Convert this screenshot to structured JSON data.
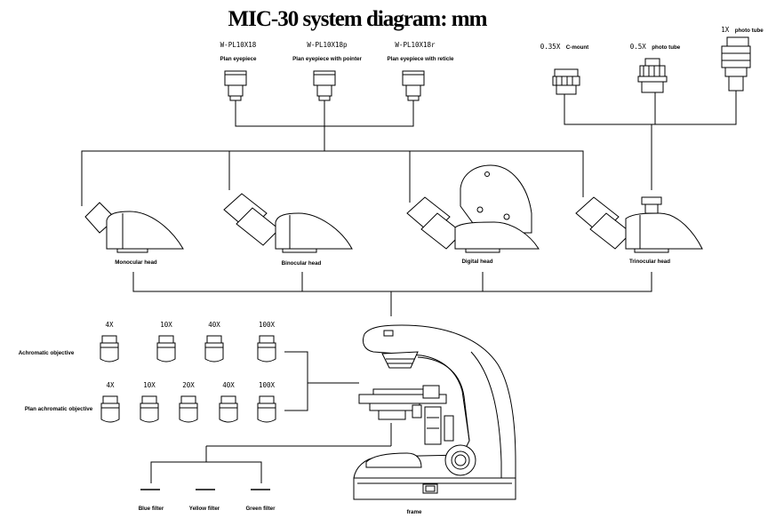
{
  "title": "MIC-30 system diagram: mm",
  "eyepieces": [
    {
      "code": "W-PL10X18",
      "label": "Plan eyepiece"
    },
    {
      "code": "W-PL10X18p",
      "label": "Plan eyepiece with pointer"
    },
    {
      "code": "W-PL10X18r",
      "label": "Plan eyepiece with reticle"
    }
  ],
  "camera_adapters": [
    {
      "code": "0.35X",
      "label": "C-mount"
    },
    {
      "code": "0.5X",
      "label": "photo tube"
    },
    {
      "code": "1X",
      "label": "photo tube"
    }
  ],
  "heads": [
    {
      "label": "Monocular head"
    },
    {
      "label": "Binocular head"
    },
    {
      "label": "Digital head"
    },
    {
      "label": "Trinocular head"
    }
  ],
  "objectives": {
    "achromatic": {
      "label": "Achromatic objective",
      "mags": [
        "4X",
        "10X",
        "40X",
        "100X"
      ]
    },
    "plan": {
      "label": "Plan achromatic objective",
      "mags": [
        "4X",
        "10X",
        "20X",
        "40X",
        "100X"
      ]
    }
  },
  "filters": [
    {
      "label": "Blue filter",
      "color": "#000000"
    },
    {
      "label": "Yellow filter",
      "color": "#000000"
    },
    {
      "label": "Green filter",
      "color": "#000000"
    }
  ],
  "frame_label": "frame"
}
